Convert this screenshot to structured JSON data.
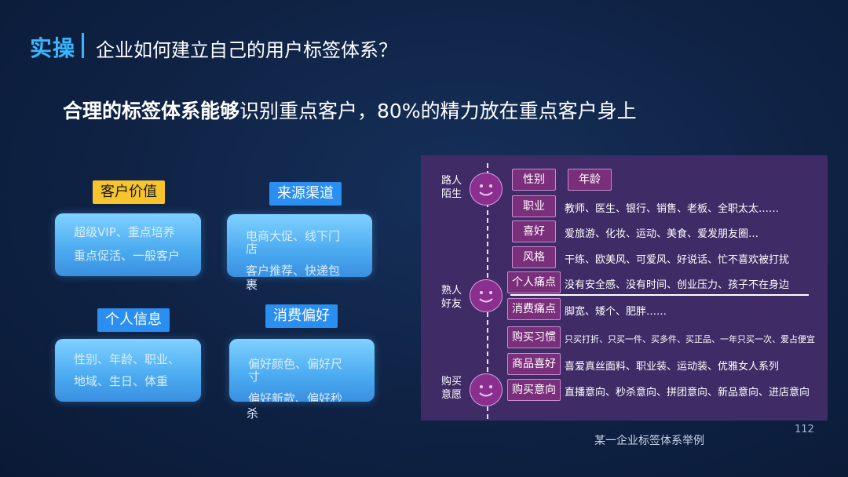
{
  "header": {
    "tag": "实操",
    "title": "企业如何建立自己的用户标签体系？"
  },
  "subtitle": {
    "bold": "合理的标签体系能够",
    "rest": "识别重点客户，80%的精力放在重点客户身上"
  },
  "left": {
    "customer_value": {
      "label": "客户价值",
      "lines": [
        "超级VIP、重点培养",
        "重点促活、一般客户"
      ]
    },
    "source_channel": {
      "label": "来源渠道",
      "lines": [
        "电商大促、线下门",
        "店",
        "客户推荐、快递包",
        "裹"
      ]
    },
    "personal_info": {
      "label": "个人信息",
      "lines": [
        "性别、年龄、职业、",
        "地域、生日、体重"
      ]
    },
    "consumption_pref": {
      "label": "消费偏好",
      "lines": [
        "偏好颜色、偏好尺",
        "寸",
        "偏好新款、偏好秒",
        "杀"
      ]
    }
  },
  "right": {
    "stages": [
      {
        "l1": "路人",
        "l2": "陌生"
      },
      {
        "l1": "熟人",
        "l2": "好友"
      },
      {
        "l1": "购买",
        "l2": "意愿"
      }
    ],
    "rows": [
      {
        "tag": "性别",
        "tag2": "年龄",
        "desc": ""
      },
      {
        "tag": "职业",
        "desc": "教师、医生、银行、销售、老板、全职太太……"
      },
      {
        "tag": "喜好",
        "desc": "爱旅游、化妆、运动、美食、爱发朋友圈…"
      },
      {
        "tag": "风格",
        "desc": "干练、欧美风、可爱风、好说话、忙不喜欢被打扰"
      },
      {
        "tag": "个人痛点",
        "desc": "没有安全感、没有时间、创业压力、孩子不在身边"
      },
      {
        "tag": "消费痛点",
        "desc": "脚宽、矮个、肥胖……"
      },
      {
        "tag": "购买习惯",
        "desc": "只买打折、只买一件、买多件、买正品、一年只买一次、爱占便宜"
      },
      {
        "tag": "商品喜好",
        "desc": "喜爱真丝面料、职业装、运动装、优雅女人系列"
      },
      {
        "tag": "购买意向",
        "desc": "直播意向、秒杀意向、拼团意向、新品意向、进店意向"
      }
    ],
    "caption": "某一企业标签体系举例",
    "page_number": "112"
  },
  "colors": {
    "accent": "#38b6ff",
    "gold": "#f7c42e",
    "panel": "#3f2c66",
    "tag": "#7a2f7a"
  }
}
